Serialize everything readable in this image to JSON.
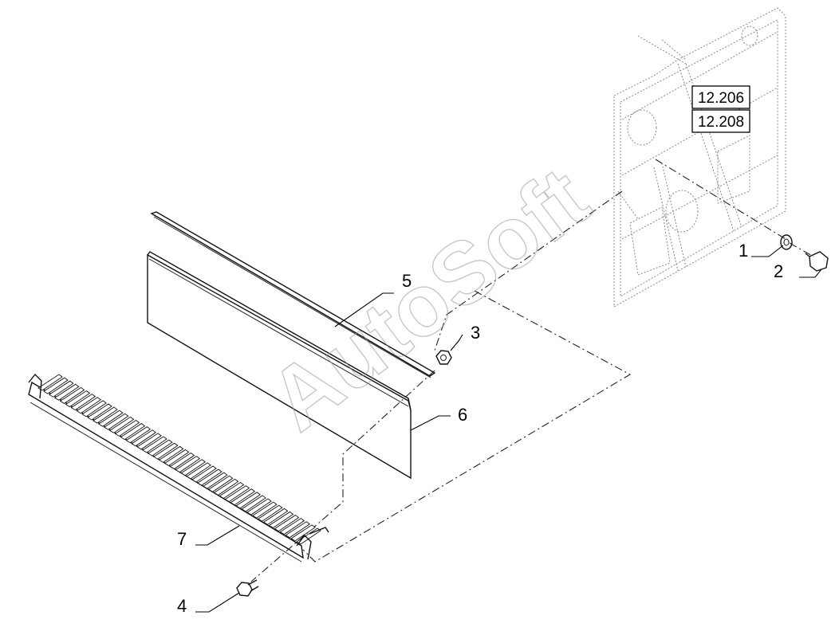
{
  "callouts": [
    "1",
    "2",
    "3",
    "4",
    "5",
    "6",
    "7"
  ],
  "reference_boxes": [
    "12.206",
    "12.208"
  ],
  "watermark": "AutoSoft"
}
